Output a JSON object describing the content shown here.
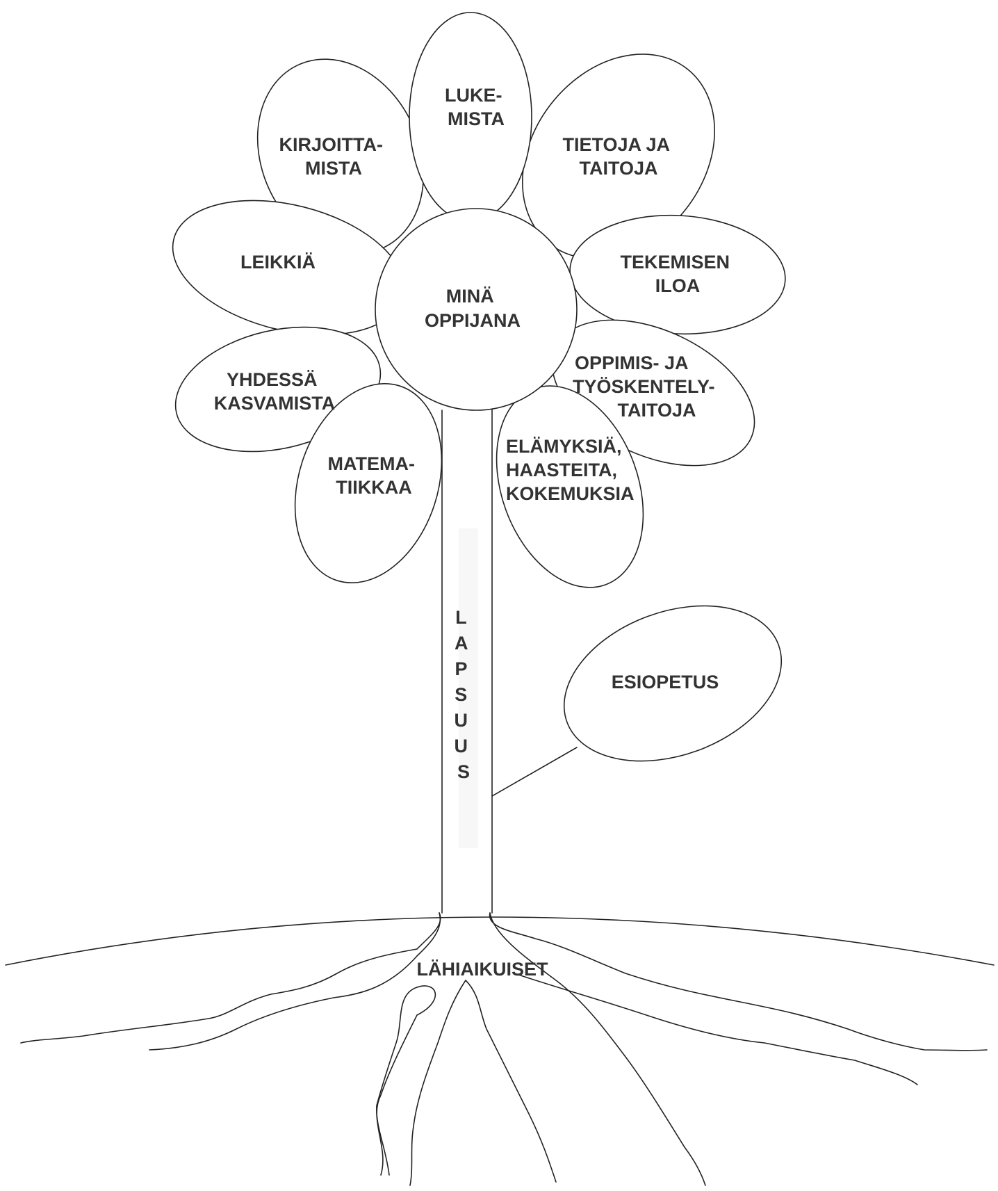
{
  "center": {
    "line1": "MINÄ",
    "line2": "OPPIJANA"
  },
  "petals": {
    "lukemista": {
      "line1": "LUKE-",
      "line2": "MISTA"
    },
    "kirjoittamista": {
      "line1": "KIRJOITTA-",
      "line2": "MISTA"
    },
    "tietoja": {
      "line1": "TIETOJA JA",
      "line2": "TAITOJA"
    },
    "leikkia": {
      "line1": "LEIKKIÄ"
    },
    "tekemisen": {
      "line1": "TEKEMISEN",
      "line2": "ILOA"
    },
    "yhdessa": {
      "line1": "YHDESSÄ",
      "line2": "KASVAMISTA"
    },
    "oppimis": {
      "line1": "OPPIMIS- JA",
      "line2": "TYÖSKENTELY-",
      "line3": "TAITOJA"
    },
    "matematiikkaa": {
      "line1": "MATEMA-",
      "line2": "TIIKKAA"
    },
    "elamyksia": {
      "line1": "ELÄMYKSIÄ,",
      "line2": "HAASTEITA,",
      "line3": "KOKEMUKSIA"
    }
  },
  "stem": {
    "letters": [
      "L",
      "A",
      "P",
      "S",
      "U",
      "U",
      "S"
    ]
  },
  "leaf": {
    "label": "ESIOPETUS"
  },
  "roots": {
    "label": "LÄHIAIKUISET"
  }
}
